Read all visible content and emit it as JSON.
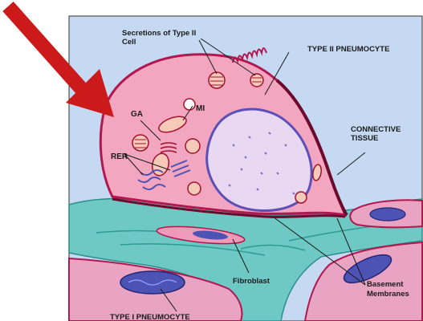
{
  "labels": {
    "secretions_line1": "Secretions of Type II",
    "secretions_line2": "Cell",
    "type2": "TYPE II PNEUMOCYTE",
    "connective_line1": "CONNECTIVE",
    "connective_line2": "TISSUE",
    "ga": "GA",
    "mi": "MI",
    "rer": "RER",
    "fibroblast": "Fibroblast",
    "type1": "TYPE I PNEUMOCYTE",
    "basement_line1": "Basement",
    "basement_line2": "Membranes"
  },
  "colors": {
    "arrow": "#cc1a1a",
    "background": "#c6d9f3",
    "cell_body": "#f3a6c0",
    "cell_outline": "#b2184f",
    "nucleus": "#e8d8f2",
    "nucleus_outline": "#5d4fb8",
    "connective_tissue": "#6ec9c4",
    "type1_cell": "#e9a3c3"
  }
}
